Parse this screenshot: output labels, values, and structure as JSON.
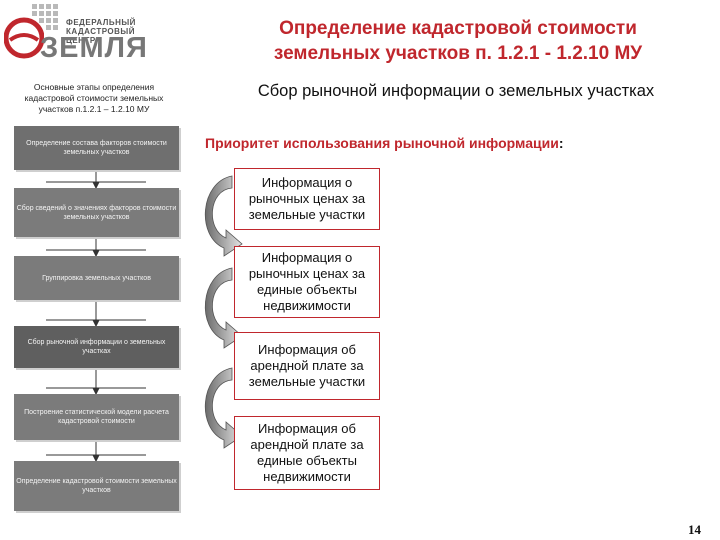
{
  "logo": {
    "line1": "ФЕДЕРАЛЬНЫЙ",
    "line2": "КАДАСТРОВЫЙ ЦЕНТР",
    "word": "ЗЕМЛЯ",
    "accent_color": "#c0272d"
  },
  "title": {
    "line1": "Определение кадастровой стоимости",
    "line2": "земельных участков п. 1.2.1 - 1.2.10 МУ"
  },
  "sidebar": {
    "heading_line1": "Основные этапы определения",
    "heading_line2": "кадастровой стоимости земельных",
    "heading_line3": "участков п.1.2.1 – 1.2.10 МУ",
    "steps": [
      {
        "label": "Определение состава факторов стоимости земельных участков"
      },
      {
        "label": "Сбор сведений о значениях факторов стоимости земельных участков"
      },
      {
        "label": "Группировка земельных участков"
      },
      {
        "label": "Сбор рыночной информации о земельных участках"
      },
      {
        "label": "Построение статистической модели расчета кадастровой стоимости"
      },
      {
        "label": "Определение кадастровой стоимости земельных участков"
      }
    ]
  },
  "main": {
    "subheading": "Сбор рыночной информации о земельных участках",
    "priority_label": "Приоритет использования рыночной информации",
    "priority_colon": ":",
    "sources": [
      {
        "line1": "Информация о",
        "line2": "рыночных ценах за",
        "line3": "земельные участки"
      },
      {
        "line1": "Информация о",
        "line2": "рыночных ценах за",
        "line3": "единые объекты",
        "line4": "недвижимости"
      },
      {
        "line1": "Информация об",
        "line2": "арендной плате за",
        "line3": "земельные участки"
      },
      {
        "line1": "Информация об",
        "line2": "арендной плате за",
        "line3": "единые объекты",
        "line4": "недвижимости"
      }
    ]
  },
  "page_number": "14"
}
